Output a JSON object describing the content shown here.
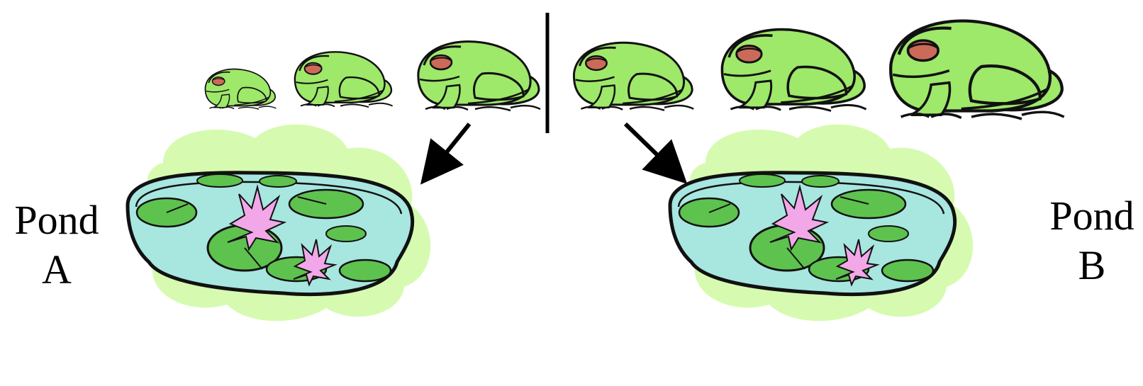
{
  "ponds": [
    {
      "word": "Pond",
      "letter": "A"
    },
    {
      "word": "Pond",
      "letter": "B"
    }
  ],
  "frogs": {
    "left_group_count": 3,
    "right_group_count": 3,
    "body_color": "#9ee86a",
    "outline_color": "#111111",
    "eye_color": "#cc6a5a"
  },
  "pond_colors": {
    "halo": "#d6fbb0",
    "water": "#a8e6e0",
    "lily_pad": "#5ec24e",
    "lily_pad_light": "#8fdc75",
    "flower": "#f2a8e8"
  }
}
